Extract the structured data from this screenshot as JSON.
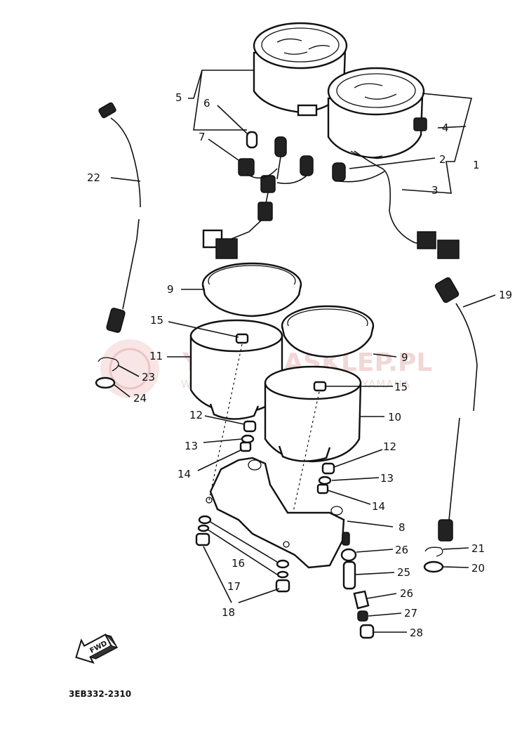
{
  "diagram_code": "3EB332-2310",
  "watermark": {
    "brand": "YAMAHASKLEP.PL",
    "sub": "WOJCIECHOWSKI.CZ | DEALER YAMAHA"
  },
  "front_arrow_label": "FWD",
  "callouts": [
    {
      "id": "c1",
      "text": "1"
    },
    {
      "id": "c2",
      "text": "2"
    },
    {
      "id": "c3",
      "text": "3"
    },
    {
      "id": "c4",
      "text": "4"
    },
    {
      "id": "c5",
      "text": "5"
    },
    {
      "id": "c6",
      "text": "6"
    },
    {
      "id": "c7",
      "text": "7"
    },
    {
      "id": "c8",
      "text": "8"
    },
    {
      "id": "c9a",
      "text": "9"
    },
    {
      "id": "c9b",
      "text": "9"
    },
    {
      "id": "c10",
      "text": "10"
    },
    {
      "id": "c11",
      "text": "11"
    },
    {
      "id": "c12a",
      "text": "12"
    },
    {
      "id": "c12b",
      "text": "12"
    },
    {
      "id": "c13a",
      "text": "13"
    },
    {
      "id": "c13b",
      "text": "13"
    },
    {
      "id": "c14a",
      "text": "14"
    },
    {
      "id": "c14b",
      "text": "14"
    },
    {
      "id": "c15a",
      "text": "15"
    },
    {
      "id": "c15b",
      "text": "15"
    },
    {
      "id": "c16",
      "text": "16"
    },
    {
      "id": "c17",
      "text": "17"
    },
    {
      "id": "c18",
      "text": "18"
    },
    {
      "id": "c19",
      "text": "19"
    },
    {
      "id": "c20",
      "text": "20"
    },
    {
      "id": "c21",
      "text": "21"
    },
    {
      "id": "c22",
      "text": "22"
    },
    {
      "id": "c23",
      "text": "23"
    },
    {
      "id": "c24",
      "text": "24"
    },
    {
      "id": "c25",
      "text": "25"
    },
    {
      "id": "c26a",
      "text": "26"
    },
    {
      "id": "c26b",
      "text": "26"
    },
    {
      "id": "c27",
      "text": "27"
    },
    {
      "id": "c28",
      "text": "28"
    }
  ],
  "colors": {
    "ink": "#111111",
    "background": "#ffffff",
    "watermark": "#e3a9a9"
  }
}
